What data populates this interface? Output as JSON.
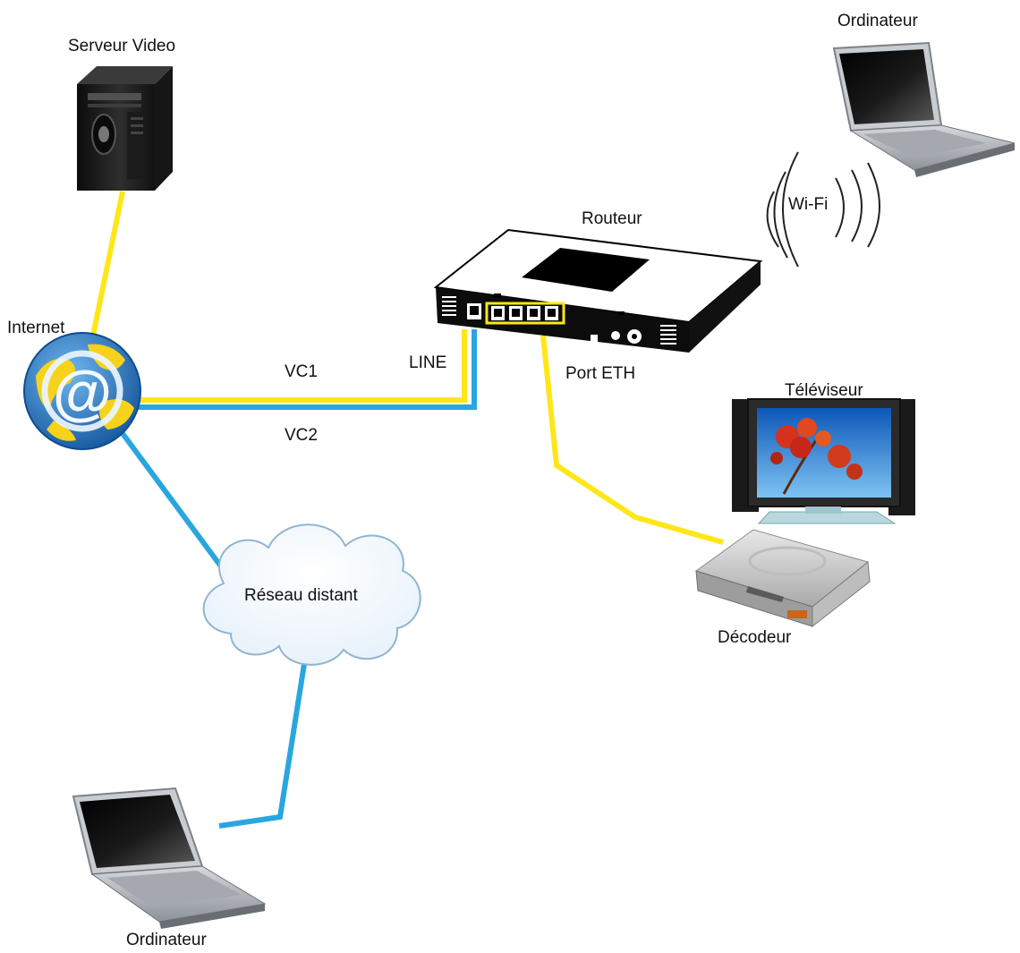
{
  "labels": {
    "video_server": "Serveur Video",
    "laptop_top": "Ordinateur",
    "wifi": "Wi-Fi",
    "router": "Routeur",
    "internet": "Internet",
    "vc1": "VC1",
    "line": "LINE",
    "port_eth": "Port ETH",
    "vc2": "VC2",
    "tv": "Téléviseur",
    "remote_network": "Réseau distant",
    "decoder": "Décodeur",
    "laptop_bottom": "Ordinateur"
  },
  "colors": {
    "yellow_link": "#ffe619",
    "blue_link": "#2aa6df",
    "globe_blue": "#1e6fc0",
    "globe_yellow": "#f6d21a",
    "router_body": "#ffffff",
    "device_dark": "#222222"
  },
  "icons": {
    "video_server": "tower-server-icon",
    "internet": "globe-at-icon",
    "router": "router-icon",
    "laptop": "laptop-icon",
    "tv": "flat-tv-icon",
    "decoder": "set-top-box-icon",
    "cloud": "cloud-icon",
    "wifi": "wifi-waves-icon"
  }
}
